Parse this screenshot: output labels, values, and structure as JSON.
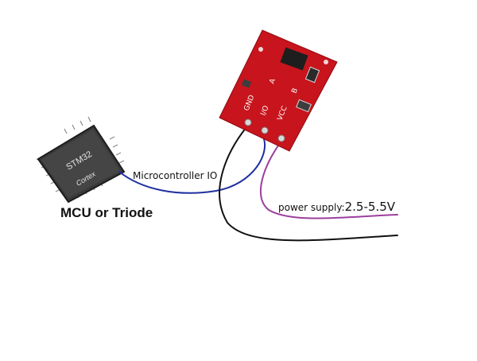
{
  "mcu": {
    "title": "MCU or Triode",
    "chip_brand": "STM32",
    "chip_core": "Cortex"
  },
  "board": {
    "pin_labels": [
      "GND",
      "I/O",
      "VCC"
    ],
    "pad_labels": [
      "A",
      "B"
    ]
  },
  "wires": {
    "io_label": "Microcontroller IO",
    "power_label": "power supply:",
    "power_value": "2.5-5.5V"
  },
  "colors": {
    "board_red": "#c8141c",
    "chip_body": "#3a3a3a",
    "wire_blue": "#1f2fa0",
    "wire_purple": "#9c3f9e",
    "wire_black": "#111111"
  }
}
